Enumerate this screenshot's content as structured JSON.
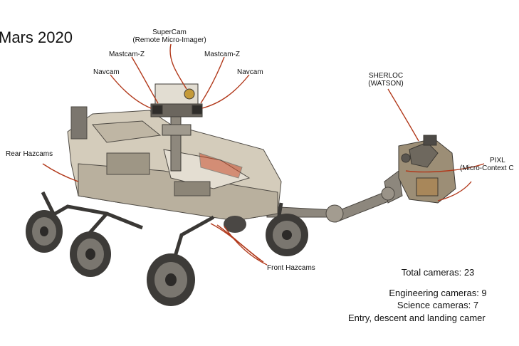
{
  "title": "Mars 2020",
  "labels": {
    "supercam_line1": "SuperCam",
    "supercam_line2": "(Remote Micro-Imager)",
    "mastcam_left": "Mastcam-Z",
    "mastcam_right": "Mastcam-Z",
    "navcam_left": "Navcam",
    "navcam_right": "Navcam",
    "sherloc_line1": "SHERLOC",
    "sherloc_line2": "(WATSON)",
    "pixl_line1": "PIXL",
    "pixl_line2": "(Micro-Context C",
    "rear_hazcams": "Rear Hazcams",
    "front_hazcams": "Front Hazcams"
  },
  "stats": {
    "total": "Total cameras: 23",
    "engineering": "Engineering cameras: 9",
    "science": "Science cameras: 7",
    "edl": "Entry, descent and landing camer"
  },
  "colors": {
    "leader_line": "#b23a1c",
    "rover_body": "#d9d2c4",
    "rover_dark": "#5a5650",
    "wheel": "#3d3b38"
  }
}
